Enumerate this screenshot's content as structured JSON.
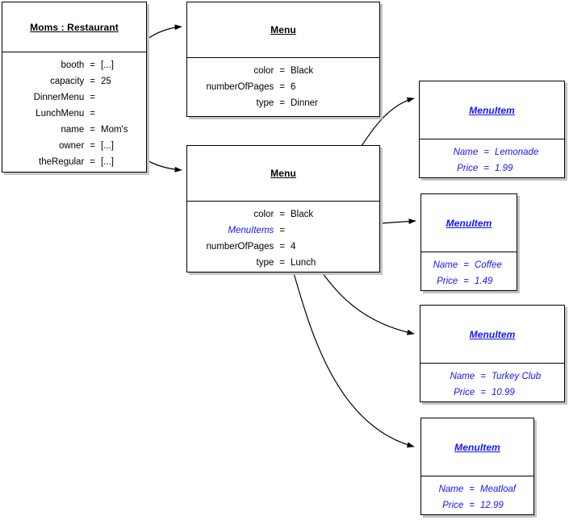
{
  "diagram": {
    "type": "uml-object-diagram",
    "colors": {
      "stroke": "#000000",
      "background": "#ffffff",
      "shadow": "#c4c4c4",
      "blue": "#1414ff"
    },
    "objects": [
      {
        "id": "restaurant",
        "title": "Moms : Restaurant",
        "title_style": "bold-underline",
        "slots": [
          {
            "name": "booth",
            "eq": "=",
            "value": "[...]"
          },
          {
            "name": "capacity",
            "eq": "=",
            "value": "25"
          },
          {
            "name": "DinnerMenu",
            "eq": "=",
            "value": ""
          },
          {
            "name": "LunchMenu",
            "eq": "=",
            "value": ""
          },
          {
            "name": "name",
            "eq": "=",
            "value": "Mom's"
          },
          {
            "name": "owner",
            "eq": "=",
            "value": "[...]"
          },
          {
            "name": "theRegular",
            "eq": "=",
            "value": "[...]"
          }
        ]
      },
      {
        "id": "menu-dinner",
        "title": "Menu",
        "title_style": "bold-underline",
        "slots": [
          {
            "name": "color",
            "eq": "=",
            "value": "Black"
          },
          {
            "name": "numberOfPages",
            "eq": "=",
            "value": "6"
          },
          {
            "name": "type",
            "eq": "=",
            "value": "Dinner"
          }
        ]
      },
      {
        "id": "menu-lunch",
        "title": "Menu",
        "title_style": "bold-underline",
        "slots": [
          {
            "name": "color",
            "eq": "=",
            "value": "Black"
          },
          {
            "name": "MenuItems",
            "eq": "=",
            "value": ""
          },
          {
            "name": "numberOfPages",
            "eq": "=",
            "value": "4"
          },
          {
            "name": "type",
            "eq": "=",
            "value": "Lunch"
          }
        ]
      },
      {
        "id": "menuitem-lemonade",
        "title": "MenuItem",
        "title_style": "bold-italic-underline-blue",
        "slots": [
          {
            "name": "Name",
            "eq": "=",
            "value": "Lemonade"
          },
          {
            "name": "Price",
            "eq": "=",
            "value": "1.99"
          }
        ]
      },
      {
        "id": "menuitem-coffee",
        "title": "MenuItem",
        "title_style": "bold-italic-underline-blue",
        "slots": [
          {
            "name": "Name",
            "eq": "=",
            "value": "Coffee"
          },
          {
            "name": "Price",
            "eq": "=",
            "value": "1.49"
          }
        ]
      },
      {
        "id": "menuitem-turkeyclub",
        "title": "MenuItem",
        "title_style": "bold-italic-underline-blue",
        "slots": [
          {
            "name": "Name",
            "eq": "=",
            "value": "Turkey Club"
          },
          {
            "name": "Price",
            "eq": "=",
            "value": "10.99"
          }
        ]
      },
      {
        "id": "menuitem-meatloaf",
        "title": "MenuItem",
        "title_style": "bold-italic-underline-blue",
        "slots": [
          {
            "name": "Name",
            "eq": "=",
            "value": "Meatloaf"
          },
          {
            "name": "Price",
            "eq": "=",
            "value": "12.99"
          }
        ]
      }
    ],
    "links": [
      {
        "from": "restaurant.DinnerMenu",
        "to": "menu-dinner"
      },
      {
        "from": "restaurant.LunchMenu",
        "to": "menu-lunch"
      },
      {
        "from": "menu-lunch.MenuItems",
        "to": "menuitem-lemonade"
      },
      {
        "from": "menu-lunch.MenuItems",
        "to": "menuitem-coffee"
      },
      {
        "from": "menu-lunch.MenuItems",
        "to": "menuitem-turkeyclub"
      },
      {
        "from": "menu-lunch.MenuItems",
        "to": "menuitem-meatloaf"
      }
    ]
  }
}
